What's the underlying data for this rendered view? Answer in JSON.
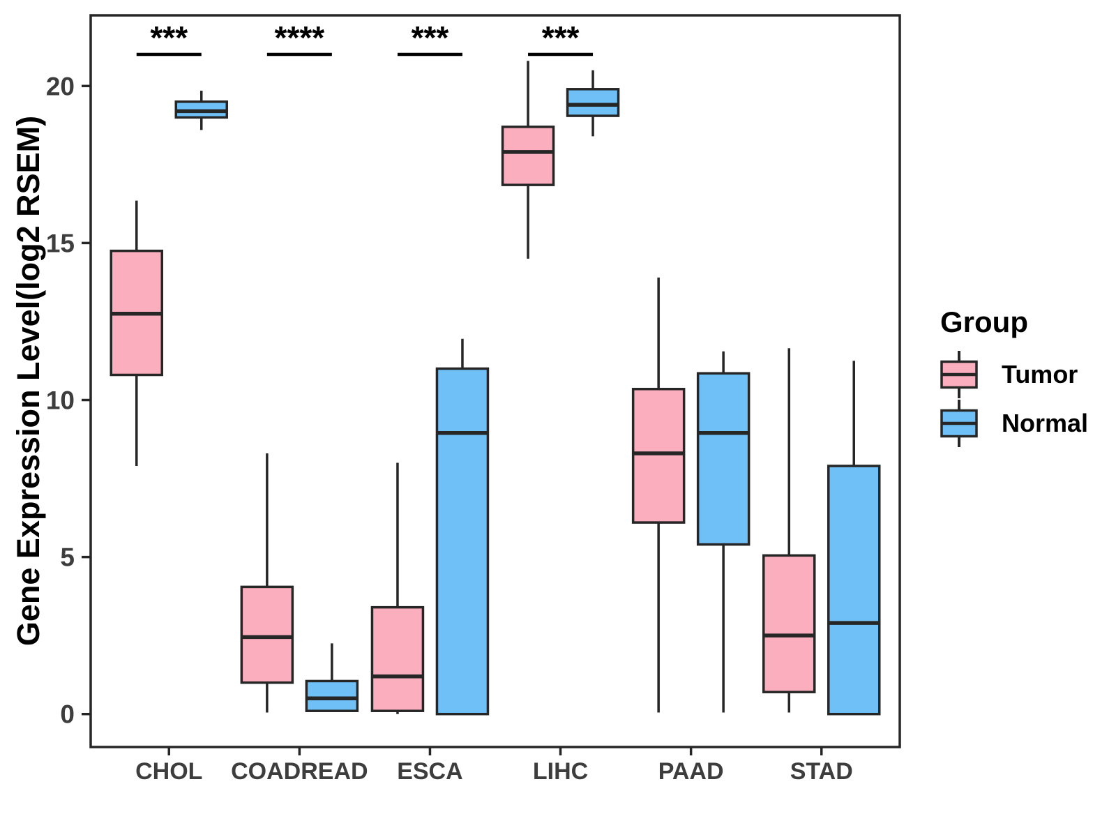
{
  "legend": {
    "title": "Group",
    "entries": [
      {
        "label": "Tumor",
        "color": "#FAAEBE"
      },
      {
        "label": "Normal",
        "color": "#6FC0F6"
      }
    ]
  },
  "chart_data": {
    "type": "boxplot",
    "title": "",
    "xlabel": "",
    "ylabel": "Gene Expression Level(log2 RSEM)",
    "ylim": [
      -1.05,
      22.25
    ],
    "yticks": [
      0,
      5,
      10,
      15,
      20
    ],
    "categories": [
      "CHOL",
      "COADREAD",
      "ESCA",
      "LIHC",
      "PAAD",
      "STAD"
    ],
    "legend_position": "right",
    "series": [
      {
        "name": "Tumor",
        "color": "#FAAEBE",
        "boxes": [
          {
            "category": "CHOL",
            "min": 7.9,
            "q1": 10.8,
            "median": 12.75,
            "q3": 14.75,
            "max": 16.35
          },
          {
            "category": "COADREAD",
            "min": 0.05,
            "q1": 1.0,
            "median": 2.45,
            "q3": 4.05,
            "max": 8.3
          },
          {
            "category": "ESCA",
            "min": 0.0,
            "q1": 0.1,
            "median": 1.2,
            "q3": 3.4,
            "max": 8.0
          },
          {
            "category": "LIHC",
            "min": 14.5,
            "q1": 16.85,
            "median": 17.9,
            "q3": 18.7,
            "max": 20.8
          },
          {
            "category": "PAAD",
            "min": 0.05,
            "q1": 6.1,
            "median": 8.3,
            "q3": 10.35,
            "max": 13.9
          },
          {
            "category": "STAD",
            "min": 0.05,
            "q1": 0.7,
            "median": 2.5,
            "q3": 5.05,
            "max": 11.65
          }
        ]
      },
      {
        "name": "Normal",
        "color": "#6FC0F6",
        "boxes": [
          {
            "category": "CHOL",
            "min": 18.6,
            "q1": 19.0,
            "median": 19.2,
            "q3": 19.5,
            "max": 19.85
          },
          {
            "category": "COADREAD",
            "min": 0.1,
            "q1": 0.1,
            "median": 0.5,
            "q3": 1.05,
            "max": 2.25
          },
          {
            "category": "ESCA",
            "min": 0.0,
            "q1": 0.0,
            "median": 8.95,
            "q3": 11.0,
            "max": 11.95
          },
          {
            "category": "LIHC",
            "min": 18.4,
            "q1": 19.05,
            "median": 19.4,
            "q3": 19.9,
            "max": 20.5
          },
          {
            "category": "PAAD",
            "min": 0.05,
            "q1": 5.4,
            "median": 8.95,
            "q3": 10.85,
            "max": 11.55
          },
          {
            "category": "STAD",
            "min": 0.0,
            "q1": 0.0,
            "median": 2.9,
            "q3": 7.9,
            "max": 11.25
          }
        ]
      }
    ],
    "significance": [
      {
        "category": "CHOL",
        "label": "***"
      },
      {
        "category": "COADREAD",
        "label": "****"
      },
      {
        "category": "ESCA",
        "label": "***"
      },
      {
        "category": "LIHC",
        "label": "***"
      }
    ]
  },
  "style": {
    "box_stroke": "#262626",
    "axis_text_color": "#3D3D3D",
    "title_text_color": "#000000",
    "background": "#FFFFFF"
  }
}
